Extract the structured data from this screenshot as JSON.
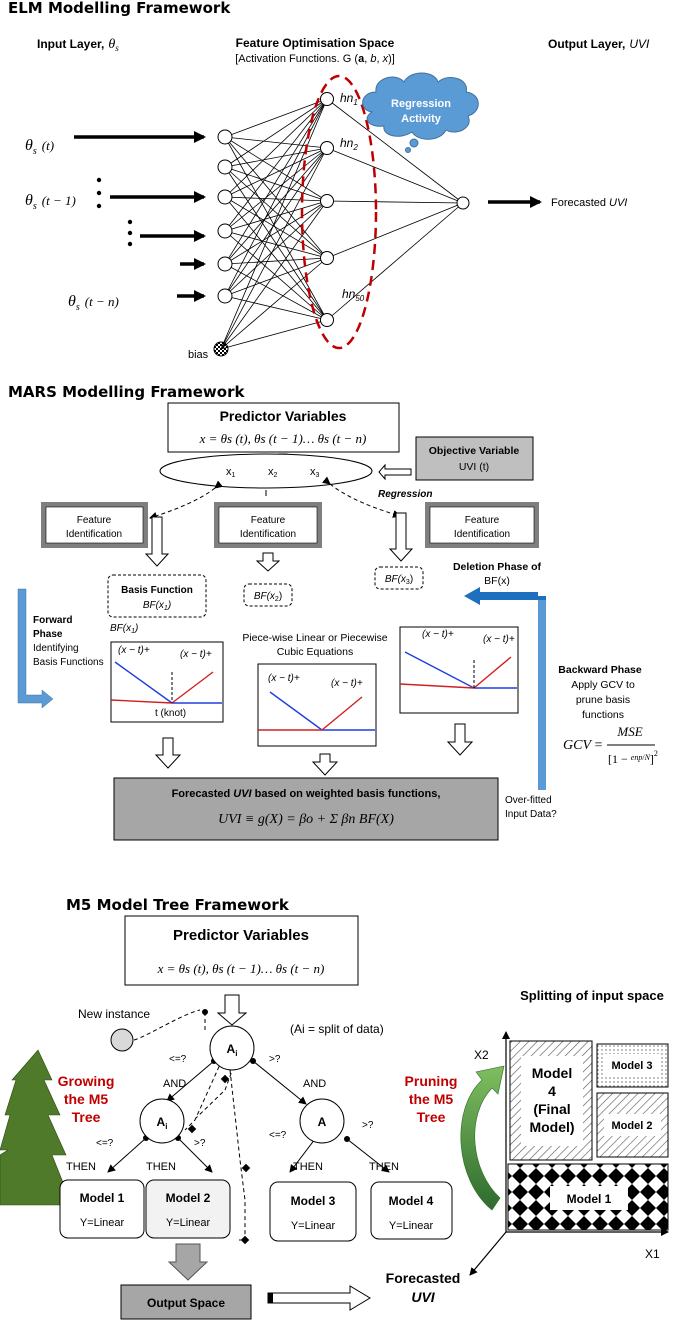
{
  "elm": {
    "title": "ELM Modelling Framework",
    "input_layer": "Input Layer,",
    "theta": "θ",
    "sub_s": "s",
    "feature_space": "Feature Optimisation Space",
    "activation_prefix": "[Activation Functions. G (",
    "activation_a": "a",
    "activation_mid": ", ",
    "activation_b": "b",
    "activation_x": "x",
    "activation_suffix": ")]",
    "output_layer": "Output Layer,",
    "uvi": "UVI",
    "inputs": [
      "(t)",
      "(t − 1)",
      "(t − n)"
    ],
    "hn": "hn",
    "hn_subs": [
      "1",
      "2",
      "50"
    ],
    "bias": "bias",
    "cloud": [
      "Regression",
      "Activity"
    ],
    "forecasted": "Forecasted"
  },
  "mars": {
    "title": "MARS Modelling Framework",
    "predictor_title": "Predictor Variables",
    "predictor_eq": "x = θs (t), θs (t − 1)… θs (t − n)",
    "objective_title": "Objective Variable",
    "objective_sub": "UVI (t)",
    "regression": "Regression",
    "vars": [
      "x",
      "x",
      "x"
    ],
    "var_subs": [
      "1",
      "2",
      "3"
    ],
    "feature_line1": "Feature",
    "feature_line2": "Identification",
    "basis_function": "Basis Function",
    "bf": "BF(x",
    "bf_close": ")",
    "deletion_line1": "Deletion Phase of",
    "deletion_line2": "BF(x)",
    "forward": [
      "Forward",
      "Phase",
      "Identifying",
      "Basis Functions"
    ],
    "piecewise": [
      "Piece-wise Linear or Piecewise",
      "Cubic Equations"
    ],
    "hinge_left": "(x − t)+",
    "hinge_right": "(x − t)+",
    "knot": "t (knot)",
    "backward": [
      "Backward Phase",
      "Apply GCV to",
      "prune basis",
      "functions"
    ],
    "gcv": "GCV",
    "mse": "MSE",
    "forecast_prefix": "Forecasted",
    "forecast_suffix": "based on weighted basis functions,",
    "forecast_eq": "UVI ≡ g(X) = βo + Σ βn BF(X)",
    "overfit": [
      "Over-fitted",
      "Input Data?"
    ]
  },
  "m5": {
    "title": "M5 Model Tree Framework",
    "predictor_title": "Predictor Variables",
    "predictor_eq": "x = θs (t), θs (t − 1)… θs (t − n)",
    "new_instance": "New instance",
    "split_note": "(Ai = split of data)",
    "node": "A",
    "node_sub": "i",
    "le": "<=?",
    "gt": ">?",
    "and": "AND",
    "then": "THEN",
    "growing": [
      "Growing",
      "the M5",
      "Tree"
    ],
    "pruning": [
      "Pruning",
      "the M5",
      "Tree"
    ],
    "models": [
      {
        "name": "Model 1",
        "eq": "Y=Linear"
      },
      {
        "name": "Model 2",
        "eq": "Y=Linear"
      },
      {
        "name": "Model 3",
        "eq": "Y=Linear"
      },
      {
        "name": "Model 4",
        "eq": "Y=Linear"
      }
    ],
    "output_space": "Output Space",
    "forecasted": "Forecasted",
    "uvi": "UVI",
    "splitting_title": "Splitting of input space",
    "x2": "X2",
    "x1": "X1",
    "split_model4": [
      "Model",
      "4",
      "(Final",
      "Model)"
    ],
    "split_model3": "Model 3",
    "split_model2": "Model 2",
    "split_model1": "Model 1"
  },
  "colors": {
    "blue_bar": "#5b9bd5",
    "cloud": "#5b9bd5",
    "dashed_ellipse": "#c00000",
    "red_text": "#c00000",
    "tree": "#4e7a2a",
    "gray_box": "#a6a6a6"
  }
}
